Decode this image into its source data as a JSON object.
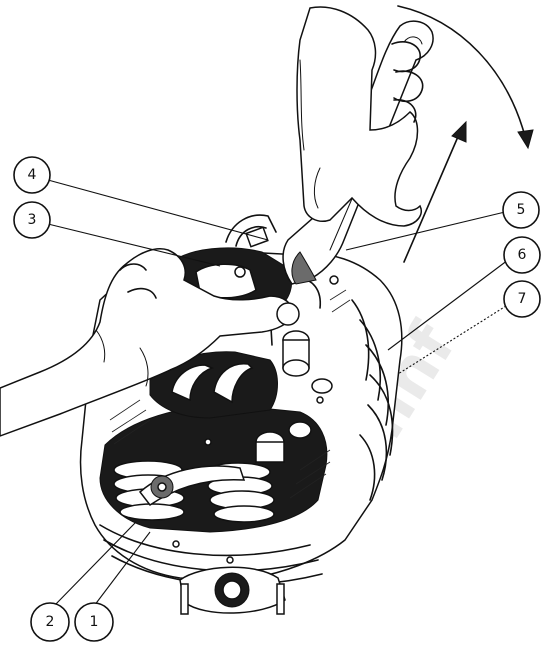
{
  "callouts": [
    {
      "id": "1",
      "label": "1"
    },
    {
      "id": "2",
      "label": "2"
    },
    {
      "id": "3",
      "label": "3"
    },
    {
      "id": "4",
      "label": "4"
    },
    {
      "id": "5",
      "label": "5"
    },
    {
      "id": "6",
      "label": "6"
    },
    {
      "id": "7",
      "label": "7"
    }
  ],
  "watermark": "ess.inf"
}
